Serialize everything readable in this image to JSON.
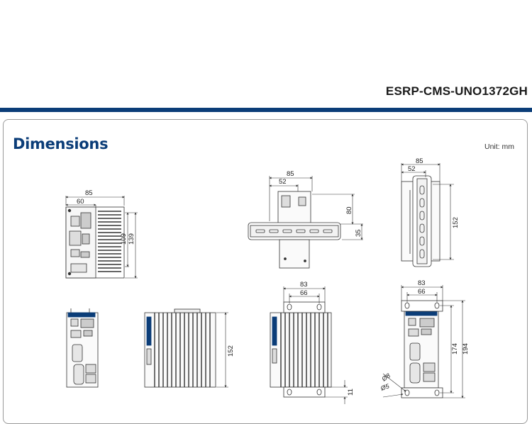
{
  "header": {
    "model": "ESRP-CMS-UNO1372GH",
    "section_title": "Dimensions",
    "unit_label": "Unit: mm"
  },
  "views": {
    "front": {
      "width_outer": "85",
      "width_inner": "60",
      "height_inner": "109",
      "height_outer": "139"
    },
    "din_side": {
      "width_outer": "85",
      "width_inner": "52",
      "height_upper": "80",
      "rail_height": "35"
    },
    "din_front": {
      "width_outer": "85",
      "width_inner": "52",
      "height": "152"
    },
    "side_heatsink": {
      "height": "152"
    },
    "rear_mount": {
      "width_outer": "83",
      "width_inner": "66",
      "foot": "11"
    },
    "front_mount": {
      "width_outer": "83",
      "width_inner": "66",
      "height_inner": "174",
      "height_outer": "194",
      "hole_large": "Ø8",
      "hole_small": "Ø5"
    }
  },
  "colors": {
    "brand_blue": "#0b3d78",
    "line": "#333333"
  }
}
